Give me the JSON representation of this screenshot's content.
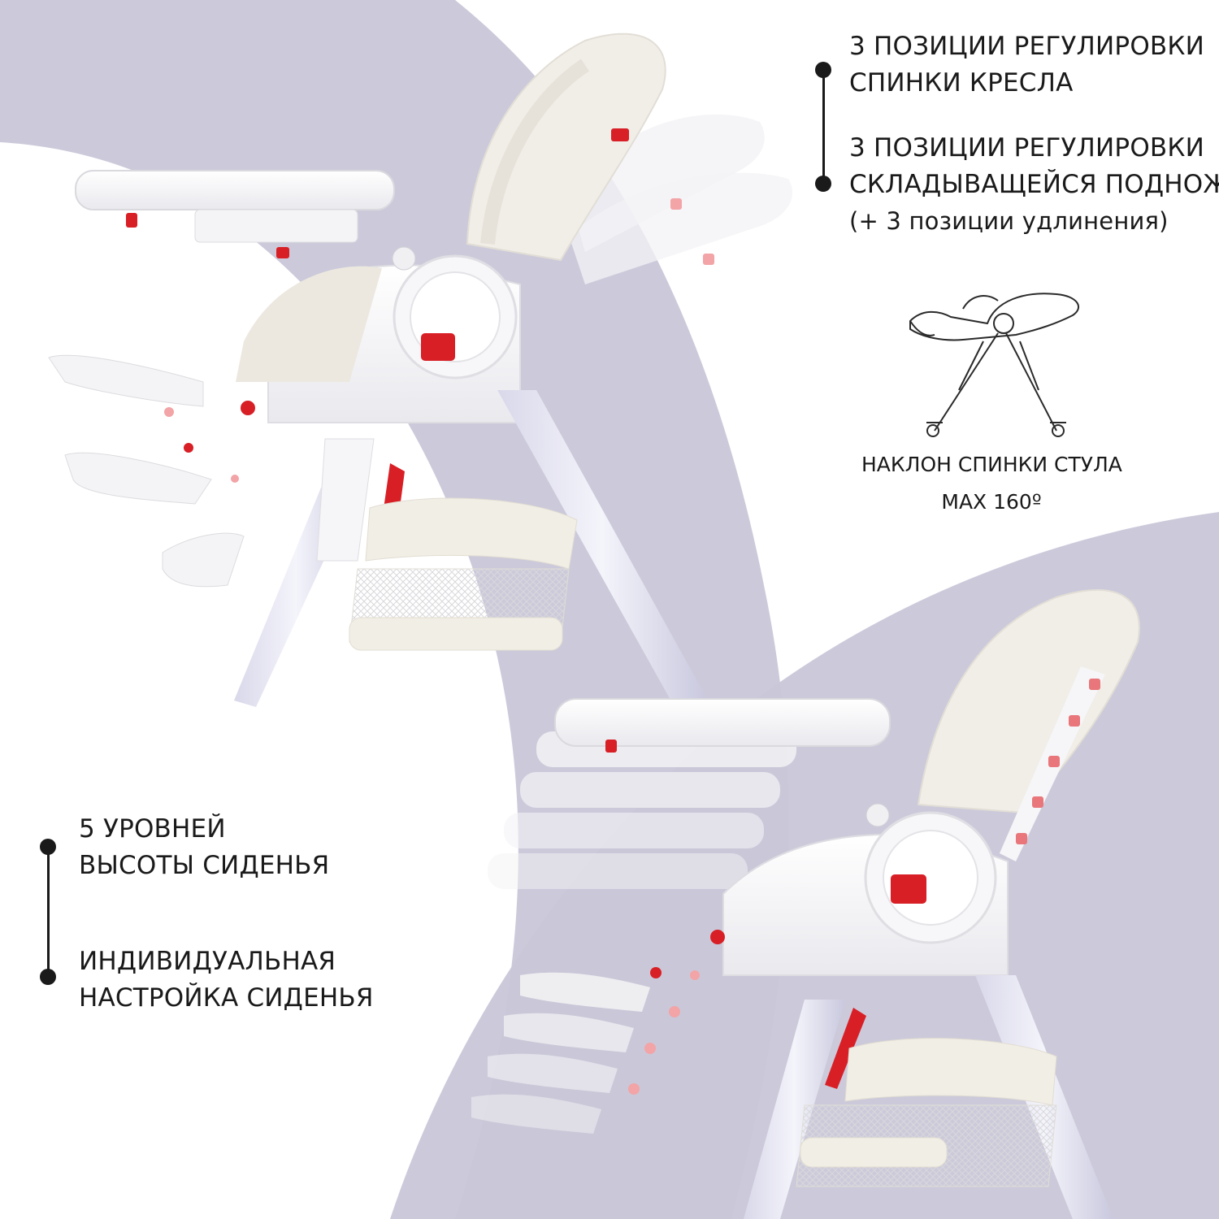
{
  "top_features": {
    "items": [
      {
        "lines": [
          "3 ПОЗИЦИИ РЕГУЛИРОВКИ",
          "СПИНКИ КРЕСЛА"
        ]
      },
      {
        "lines": [
          "3 ПОЗИЦИИ РЕГУЛИРОВКИ",
          "СКЛАДЫВАЩЕЙСЯ ПОДНОЖКИ"
        ],
        "note": "(+ 3 позиции удлинения)"
      }
    ]
  },
  "recline": {
    "caption_lines": [
      "НАКЛОН СПИНКИ СТУЛА",
      "MAX 160º"
    ]
  },
  "bottom_features": {
    "items": [
      {
        "lines": [
          "5 УРОВНЕЙ",
          "ВЫСОТЫ СИДЕНЬЯ"
        ]
      },
      {
        "lines": [
          "ИНДИВИДУАЛЬНАЯ",
          "НАСТРОЙКА СИДЕНЬЯ"
        ]
      }
    ]
  },
  "colors": {
    "background": "#ffffff",
    "arc_band": "#c9c7d8",
    "accent_red": "#d81f26",
    "text": "#1a1a1a"
  }
}
